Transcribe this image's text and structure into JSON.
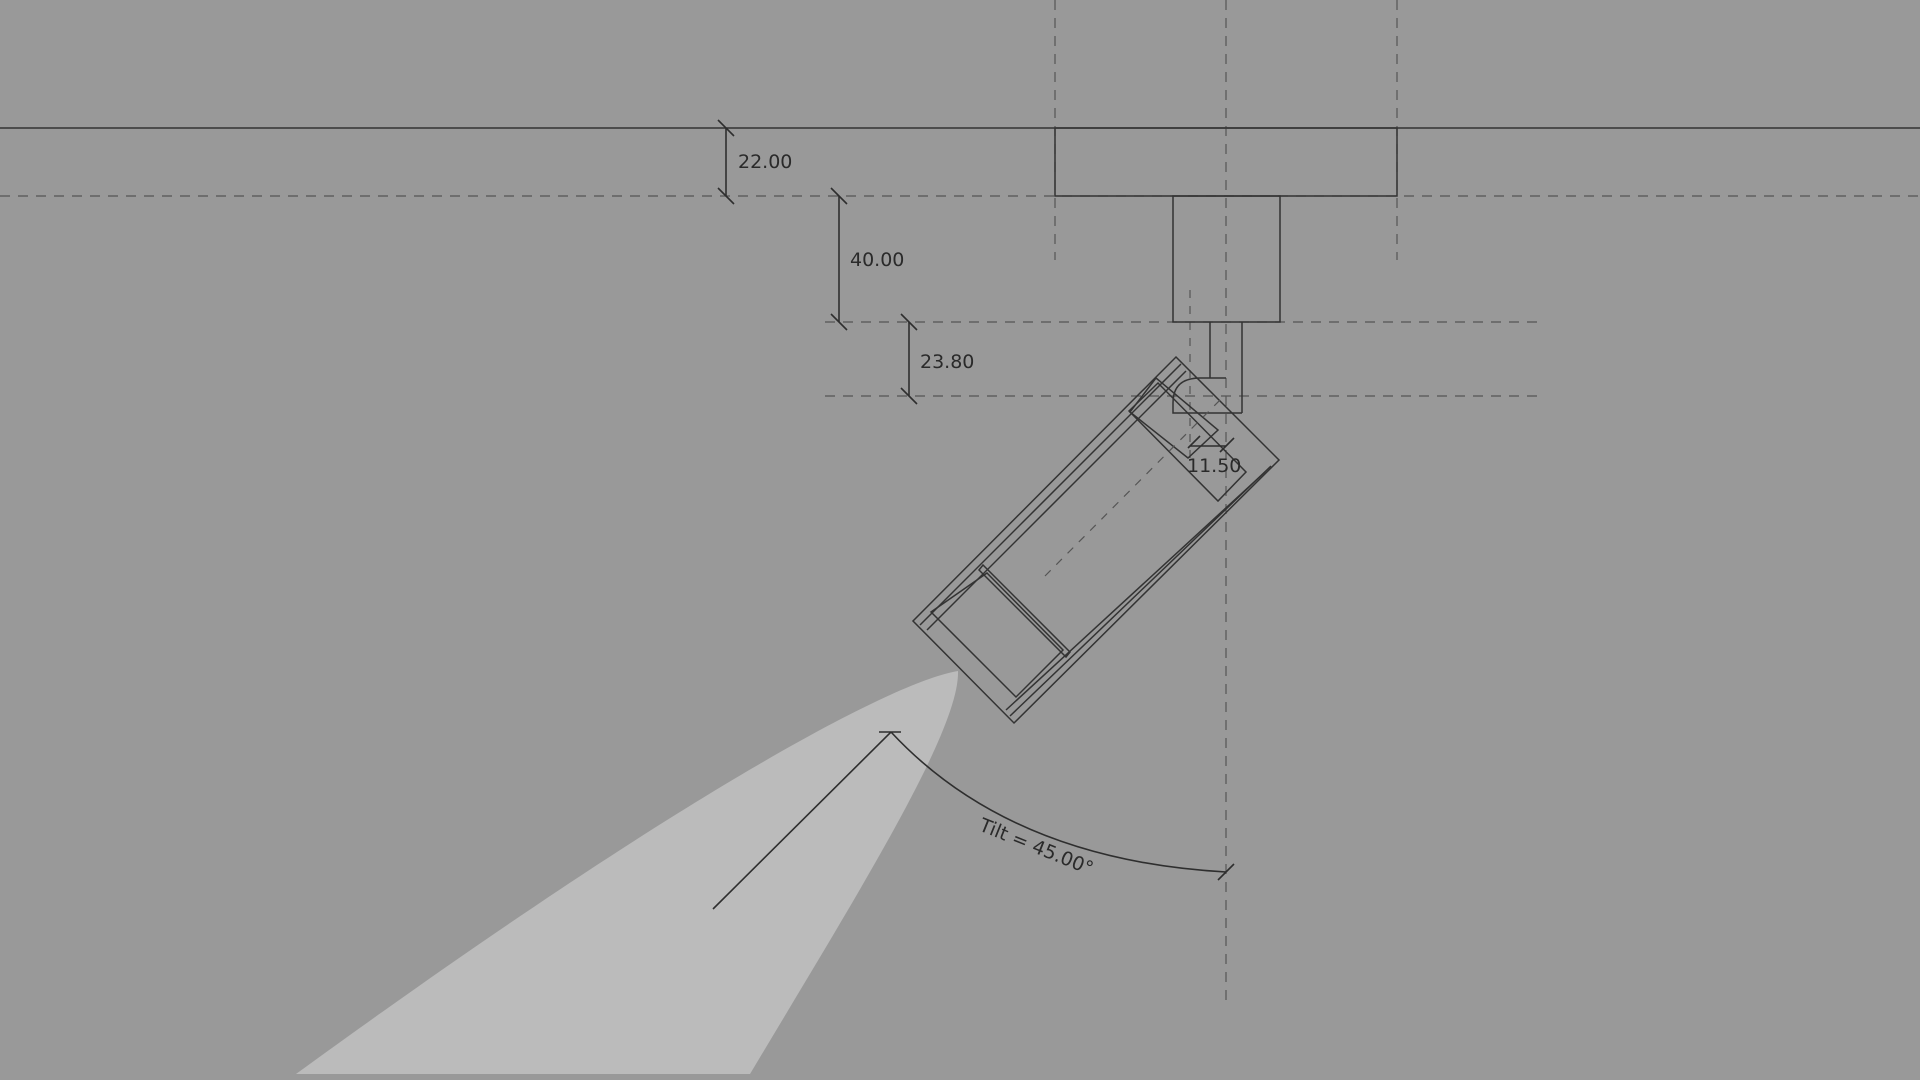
{
  "diagram": {
    "type": "technical-drawing",
    "subject": "track spotlight side elevation",
    "colors": {
      "background": "#999999",
      "line": "#333333",
      "beam": "#bbbbbb"
    },
    "dimensions": {
      "track_height": "22.00",
      "adapter_height": "40.00",
      "stem_height": "23.80",
      "pivot_offset": "11.50",
      "tilt": "Tilt = 45.00°"
    }
  }
}
